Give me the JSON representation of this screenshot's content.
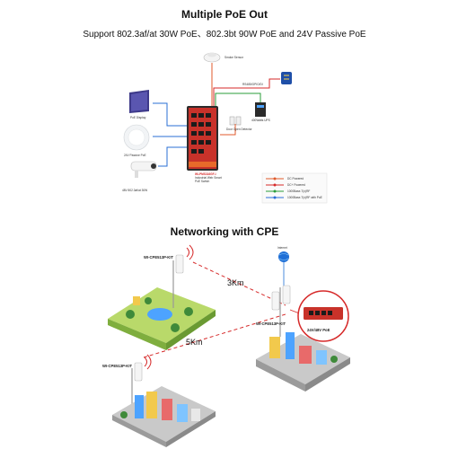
{
  "poe_section": {
    "title": "Multiple PoE Out",
    "subtitle": "Support 802.3af/at 30W PoE、802.3bt 90W PoE and 24V Passive PoE",
    "devices": {
      "smoke_sensor": "Smoke Sensor",
      "poe_display": "PoE Display",
      "passive_poe_ap": "24V Passive PoE",
      "camera": "48V 802.3af/at 30W",
      "ups": "400Watts UPS",
      "door_detector": "Door Open Detector",
      "switch_model": "WI-PMS316GF-I",
      "switch_desc_1": "Industrial Web Smart",
      "switch_desc_2": "PoE Switch",
      "link_label": "RS485/GPIO/DI"
    },
    "legend": [
      {
        "label": "DC Powered",
        "color": "#e05a2b"
      },
      {
        "label": "DC+ Powered",
        "color": "#d62a2a"
      },
      {
        "label": "1000Base-T(x)RF",
        "color": "#2a9d3a"
      },
      {
        "label": "1000Base-T(x)RF with PoE",
        "color": "#2a6fd6"
      }
    ]
  },
  "cpe_section": {
    "title": "Networking with CPE",
    "internet_label": "Internet",
    "cpe_top": "WI-CPE513P-KIT",
    "cpe_center": "WI-CPE513P-KIT",
    "cpe_bottom": "WI-CPE513P-KIT",
    "distance_1": "3Km",
    "distance_2": "5Km",
    "callout": "24V/48V PoE"
  }
}
